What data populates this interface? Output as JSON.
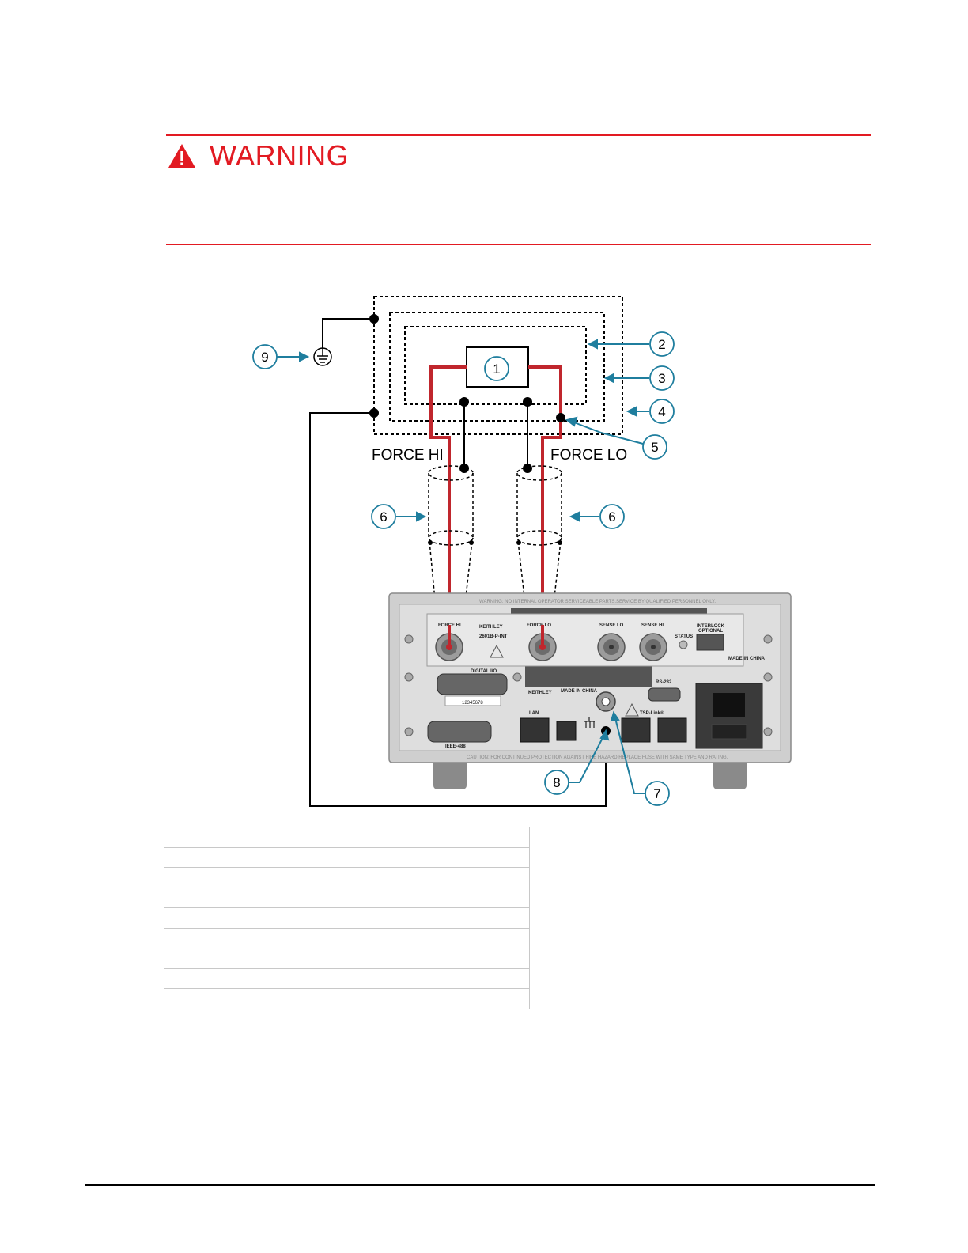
{
  "warning": {
    "title": "WARNING",
    "icon": "warning-triangle-icon",
    "color": "#e21a22"
  },
  "diagram": {
    "labels": {
      "force_hi": "FORCE HI",
      "force_lo": "FORCE LO"
    },
    "callouts": [
      "1",
      "2",
      "3",
      "4",
      "5",
      "6",
      "6",
      "7",
      "8",
      "9"
    ],
    "instrument": {
      "warning_banner": "WARNING: NO INTERNAL OPERATOR SERVICEABLE PARTS.SERVICE BY QUALIFIED PERSONNEL ONLY.",
      "caution_banner": "CAUTION: FOR CONTINUED PROTECTION AGAINST FIRE HAZARD,REPLACE FUSE WITH SAME TYPE AND RATING.",
      "force_hi": "FORCE HI",
      "force_lo": "FORCE LO",
      "sense_lo": "SENSE LO",
      "sense_hi": "SENSE HI",
      "brand": "KEITHLEY",
      "model": "2601B-P-INT",
      "status": "STATUS",
      "interlock": "INTERLOCK",
      "optional": "OPTIONAL",
      "made_in_china": "MADE\nIN CHINA",
      "digital_io": "DIGITAL I/O",
      "rs232": "RS-232",
      "lan": "LAN",
      "tsp_link": "TSP-Link®",
      "ieee488": "IEEE-488",
      "serial": "12345678",
      "brand2": "KEITHLEY",
      "made_in_china2": "MADE IN\nCHINA"
    },
    "colors": {
      "wire": "#c0262d",
      "callout": "#1f7e9e",
      "panel": "#d9d9d9"
    }
  },
  "table": {
    "rows": [
      "",
      "",
      "",
      "",
      "",
      "",
      "",
      "",
      ""
    ]
  }
}
